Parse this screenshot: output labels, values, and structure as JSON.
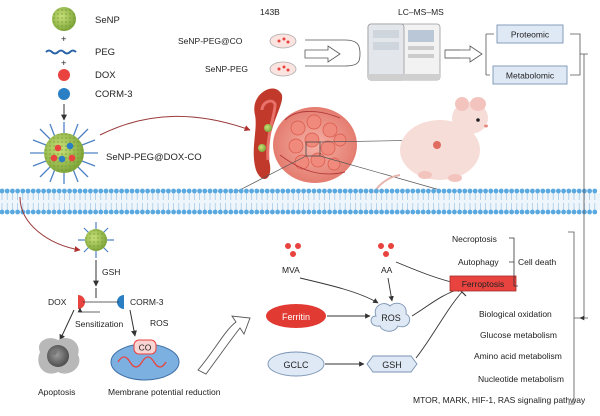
{
  "legend": {
    "senp": "SeNP",
    "peg": "PEG",
    "dox": "DOX",
    "corm": "CORM-3",
    "plus1": "+",
    "plus2": "+"
  },
  "nanoparticle": {
    "label": "SeNP-PEG@DOX-CO"
  },
  "experiment": {
    "cell_line": "143B",
    "sample1": "SeNP-PEG@CO",
    "sample2": "SeNP-PEG",
    "instrument": "LC–MS–MS",
    "omics1": "Proteomic",
    "omics2": "Metabolomic"
  },
  "intracellular": {
    "gsh": "GSH",
    "dox": "DOX",
    "corm": "CORM-3",
    "ros": "ROS",
    "sensitization": "Sensitization",
    "co": "CO",
    "apoptosis": "Apoptosis",
    "membrane": "Membrane potential reduction"
  },
  "pathway": {
    "mva": "MVA",
    "aa": "AA",
    "ferritin": "Ferritin",
    "ros_node": "ROS",
    "gclc": "GCLC",
    "gsh_node": "GSH"
  },
  "death": {
    "necroptosis": "Necroptosis",
    "autophagy": "Autophagy",
    "ferroptosis": "Ferroptosis",
    "cell_death": "Cell death"
  },
  "processes": [
    "Biological oxidation",
    "Glucose metabolism",
    "Amino acid metabolism",
    "Nucleotide metabolism",
    "MTOR, MARK, HIF-1, RAS signaling pathway"
  ],
  "colors": {
    "dox": "#e8433f",
    "corm": "#2a7fc4",
    "ferroptosis": "#e8433f",
    "ferritin": "#e03a32",
    "node_blue": "#dfe9f5",
    "membrane": "#5aa8e0"
  }
}
